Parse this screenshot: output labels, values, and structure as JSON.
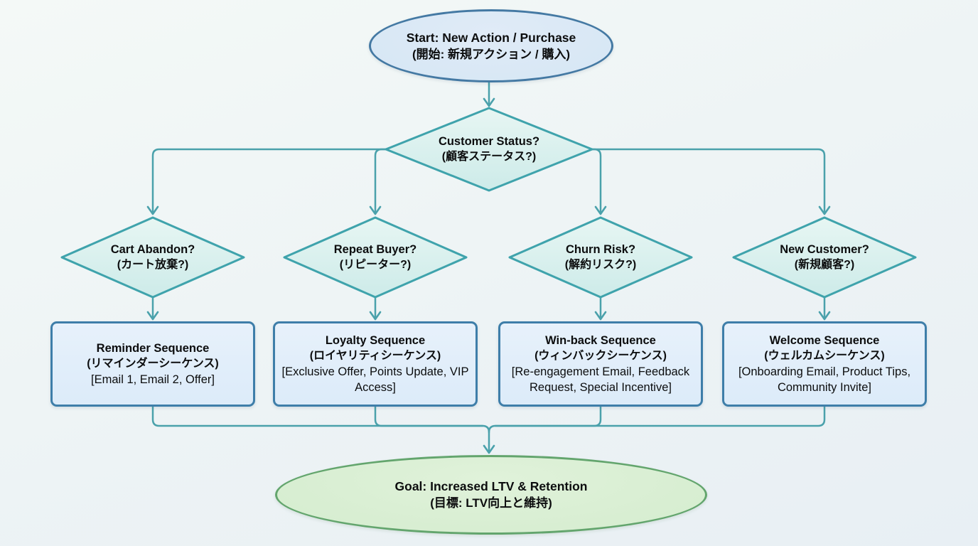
{
  "flow": {
    "start": {
      "title": "Start: New Action / Purchase",
      "subtitle": "(開始: 新規アクション / 購入)"
    },
    "root_decision": {
      "title": "Customer Status?",
      "subtitle": "(顧客ステータス?)"
    },
    "branches": [
      {
        "decision": {
          "title": "Cart Abandon?",
          "subtitle": "(カート放棄?)"
        },
        "process": {
          "title": "Reminder Sequence",
          "subtitle": "(リマインダーシーケンス)",
          "detail": "[Email 1, Email 2, Offer]"
        }
      },
      {
        "decision": {
          "title": "Repeat Buyer?",
          "subtitle": "(リピーター?)"
        },
        "process": {
          "title": "Loyalty Sequence",
          "subtitle": "(ロイヤリティシーケンス)",
          "detail": "[Exclusive Offer, Points Update, VIP Access]"
        }
      },
      {
        "decision": {
          "title": "Churn Risk?",
          "subtitle": "(解約リスク?)"
        },
        "process": {
          "title": "Win-back Sequence",
          "subtitle": "(ウィンバックシーケンス)",
          "detail": "[Re-engagement Email, Feedback Request, Special Incentive]"
        }
      },
      {
        "decision": {
          "title": "New Customer?",
          "subtitle": "(新規顧客?)"
        },
        "process": {
          "title": "Welcome Sequence",
          "subtitle": "(ウェルカムシーケンス)",
          "detail": "[Onboarding Email, Product Tips, Community Invite]"
        }
      }
    ],
    "goal": {
      "title": "Goal: Increased LTV & Retention",
      "subtitle": "(目標: LTV向上と維持)"
    },
    "colors": {
      "edge": "#4aa1ab",
      "start_fill": "#d7e7f5",
      "start_stroke": "#4479a3",
      "decision_fill": "#d9f0ee",
      "decision_stroke": "#3fa3ac",
      "process_fill": "#e0edfa",
      "process_stroke": "#3e7ea9",
      "goal_fill": "#d9efd4",
      "goal_stroke": "#63a56d",
      "text": "#0c0d0e"
    }
  }
}
